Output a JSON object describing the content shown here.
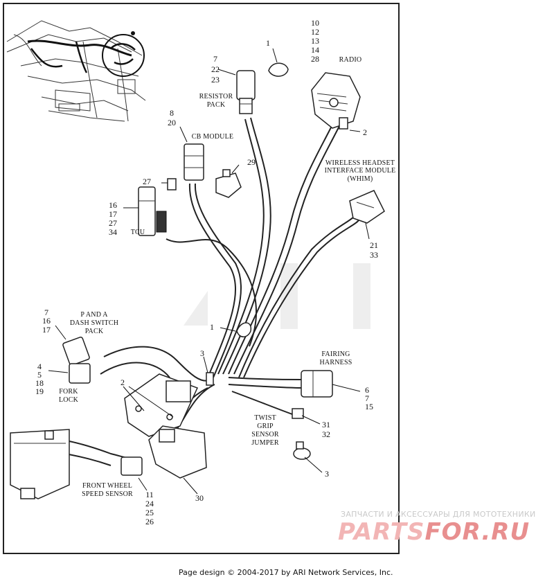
{
  "diagram": {
    "callouts": {
      "c_1_top": "1",
      "c_10": "10",
      "c_12": "12",
      "c_13": "13",
      "c_14": "14",
      "c_28": "28",
      "c_7_top": "7",
      "c_22": "22",
      "c_23": "23",
      "c_2_radio": "2",
      "c_8": "8",
      "c_20": "20",
      "c_29": "29",
      "c_27_small": "27",
      "c_16_tcu": "16",
      "c_17_tcu": "17",
      "c_27_tcu": "27",
      "c_34": "34",
      "c_21": "21",
      "c_33": "33",
      "c_1_mid": "1",
      "c_7_pa": "7",
      "c_16_pa": "16",
      "c_17_pa": "17",
      "c_4": "4",
      "c_5": "5",
      "c_18": "18",
      "c_19": "19",
      "c_3_upper": "3",
      "c_2_lower": "2",
      "c_6": "6",
      "c_7_fh": "7",
      "c_15": "15",
      "c_31": "31",
      "c_32": "32",
      "c_3_lower": "3",
      "c_11": "11",
      "c_24": "24",
      "c_25": "25",
      "c_26": "26",
      "c_30": "30"
    },
    "labels": {
      "radio": "RADIO",
      "resistor_1": "RESISTOR",
      "resistor_2": "PACK",
      "cb_module": "CB MODULE",
      "whim_1": "WIRELESS HEADSET",
      "whim_2": "INTERFACE MODULE",
      "whim_3": "(WHIM)",
      "tcu": "TCU",
      "pa_1": "P AND A",
      "pa_2": "DASH SWITCH",
      "pa_3": "PACK",
      "fork_1": "FORK",
      "fork_2": "LOCK",
      "fairing_1": "FAIRING",
      "fairing_2": "HARNESS",
      "twist_1": "TWIST",
      "twist_2": "GRIP",
      "twist_3": "SENSOR",
      "twist_4": "JUMPER",
      "fws_1": "FRONT WHEEL",
      "fws_2": "SPEED SENSOR"
    }
  },
  "watermark": {
    "russian": "ЗАПЧАСТИ И АКСЕССУАРЫ ДЛЯ МОТОТЕХНИКИ",
    "logo_part1": "PARTS",
    "logo_part2": "FOR.RU"
  },
  "footer": {
    "text": "Page design © 2004-2017 by ARI Network Services, Inc."
  }
}
